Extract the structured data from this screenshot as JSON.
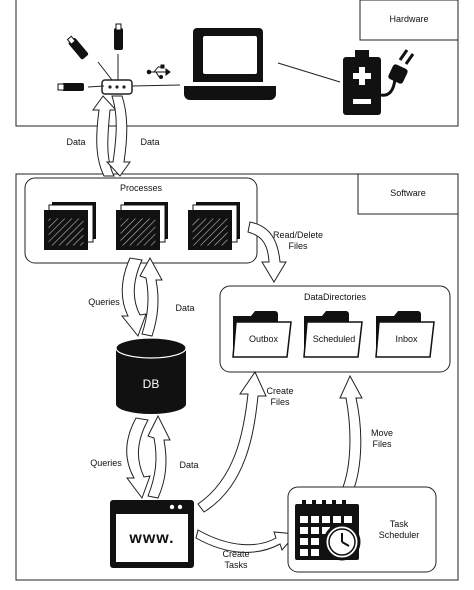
{
  "sections": {
    "hardware": "Hardware",
    "software": "Software"
  },
  "processes": {
    "title": "Processes"
  },
  "data_directories": {
    "title": "DataDirectories",
    "folders": [
      "Outbox",
      "Scheduled",
      "Inbox"
    ]
  },
  "db": {
    "label": "DB"
  },
  "web": {
    "label": "www."
  },
  "scheduler": {
    "label_line1": "Task",
    "label_line2": "Scheduler"
  },
  "arrows": {
    "data_left": "Data",
    "data_right": "Data",
    "read_delete_1": "Read/Delete",
    "read_delete_2": "Files",
    "queries_top": "Queries",
    "data_top": "Data",
    "queries_bottom": "Queries",
    "data_bottom": "Data",
    "create_files_1": "Create",
    "create_files_2": "Files",
    "move_files_1": "Move",
    "move_files_2": "Files",
    "create_tasks_1": "Create",
    "create_tasks_2": "Tasks"
  }
}
